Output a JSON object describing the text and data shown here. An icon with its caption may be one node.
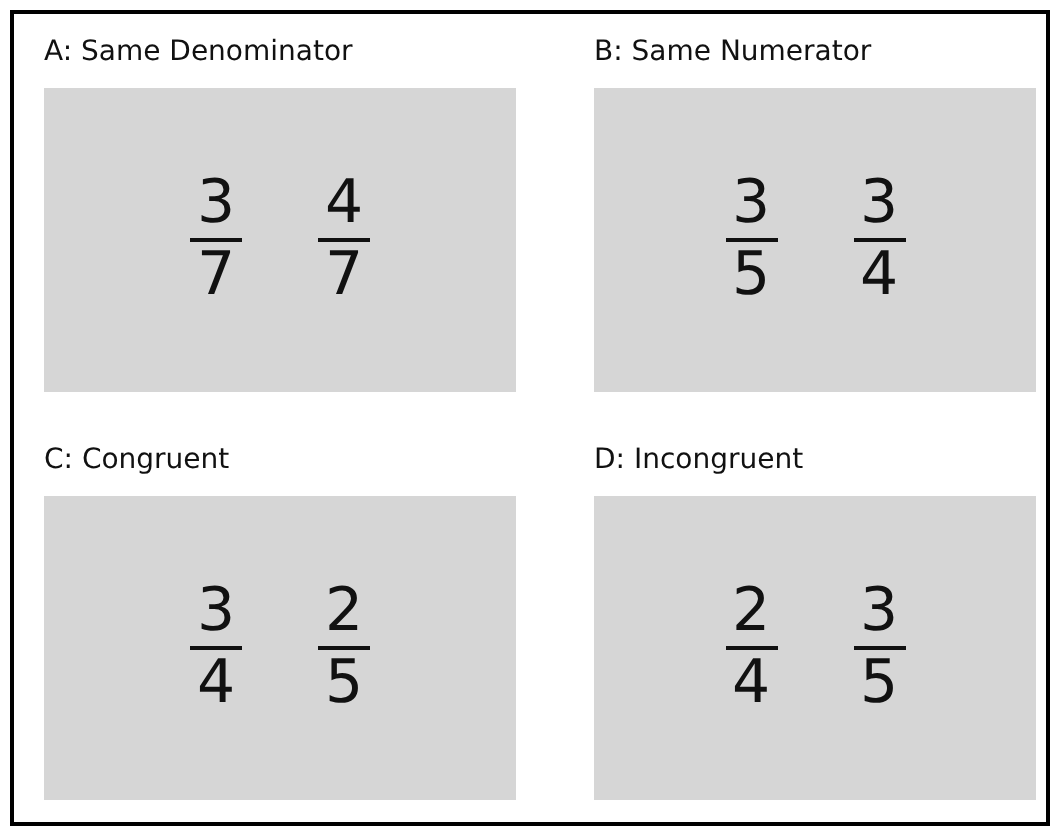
{
  "diagram": {
    "nodes": [
      {
        "text": [
          "A: Same Denominator",
          "3",
          "7",
          "4",
          "7"
        ]
      },
      {
        "text": [
          "B: Same Numerator",
          "3",
          "5",
          "3",
          "4"
        ]
      },
      {
        "text": [
          "C: Congruent",
          "3",
          "4",
          "2",
          "5"
        ]
      },
      {
        "text": [
          "D: Incongruent",
          "2",
          "4",
          "3",
          "5"
        ]
      }
    ]
  }
}
